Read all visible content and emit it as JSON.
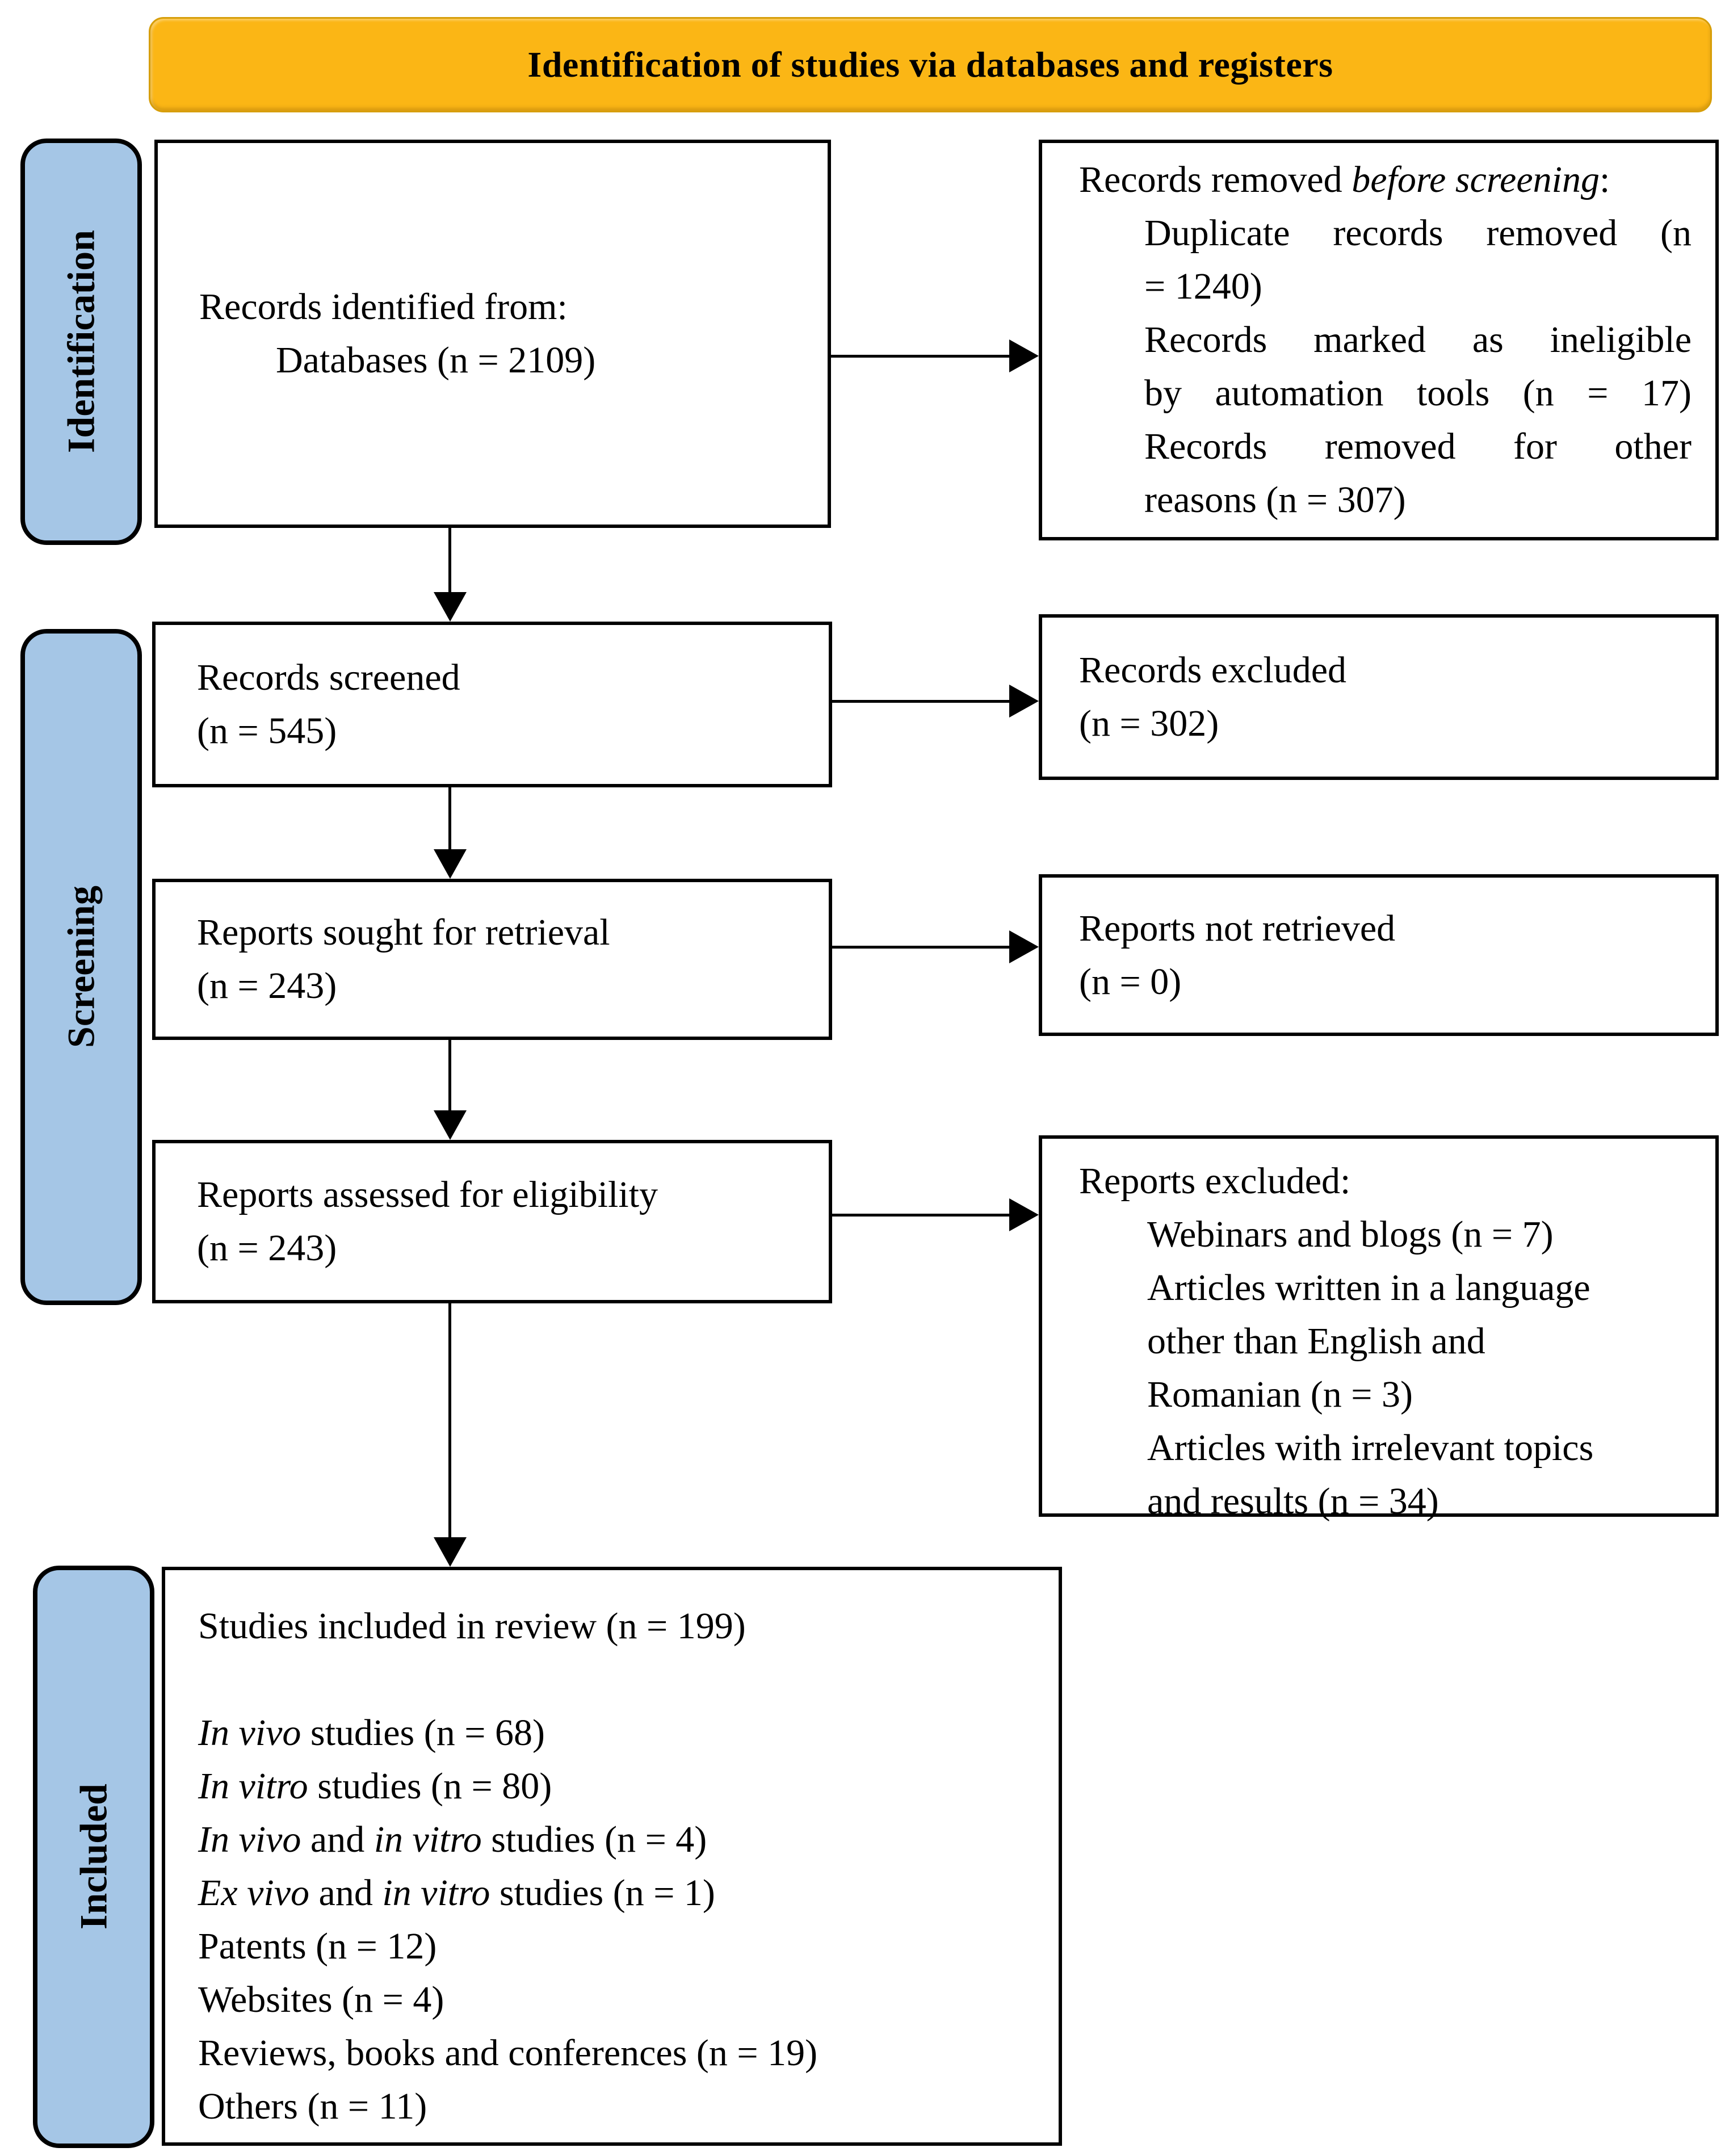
{
  "colors": {
    "accent_yellow": "#FBB615",
    "accent_blue": "#A5C6E6",
    "line": "#000000"
  },
  "banner": {
    "title": "Identification of studies via databases and registers"
  },
  "side_labels": {
    "identification": "Identification",
    "screening": "Screening",
    "included": "Included"
  },
  "boxes": {
    "records_identified": {
      "lines": [
        {
          "p": [
            [
              "Records identified from:",
              0
            ]
          ],
          "ind": 0,
          "just": 0
        },
        {
          "p": [
            [
              "Databases (n = 2109)",
              0
            ]
          ],
          "ind": 1,
          "just": 0
        }
      ]
    },
    "records_removed": {
      "lines": [
        {
          "p": [
            [
              "Records removed ",
              0
            ],
            [
              "before screening",
              1
            ],
            [
              ":",
              0
            ]
          ],
          "ind": 0,
          "just": 0
        },
        {
          "p": [
            [
              "Duplicate records removed (n",
              0
            ]
          ],
          "ind": 1,
          "just": 1
        },
        {
          "p": [
            [
              "= 1240)",
              0
            ]
          ],
          "ind": 1,
          "just": 0
        },
        {
          "p": [
            [
              "Records marked as ineligible",
              0
            ]
          ],
          "ind": 1,
          "just": 1
        },
        {
          "p": [
            [
              "by automation tools (n = 17)",
              0
            ]
          ],
          "ind": 1,
          "just": 1
        },
        {
          "p": [
            [
              "Records removed for other",
              0
            ]
          ],
          "ind": 1,
          "just": 1
        },
        {
          "p": [
            [
              "reasons (n = 307)",
              0
            ]
          ],
          "ind": 1,
          "just": 0
        }
      ]
    },
    "records_screened": {
      "lines": [
        {
          "p": [
            [
              "Records screened",
              0
            ]
          ],
          "ind": 0,
          "just": 0
        },
        {
          "p": [
            [
              "(n = 545)",
              0
            ]
          ],
          "ind": 0,
          "just": 0
        }
      ]
    },
    "records_excluded": {
      "lines": [
        {
          "p": [
            [
              "Records excluded",
              0
            ]
          ],
          "ind": 0,
          "just": 0
        },
        {
          "p": [
            [
              "(n = 302)",
              0
            ]
          ],
          "ind": 0,
          "just": 0
        }
      ]
    },
    "reports_sought": {
      "lines": [
        {
          "p": [
            [
              "Reports sought for retrieval",
              0
            ]
          ],
          "ind": 0,
          "just": 0
        },
        {
          "p": [
            [
              "(n = 243)",
              0
            ]
          ],
          "ind": 0,
          "just": 0
        }
      ]
    },
    "reports_not_retrieved": {
      "lines": [
        {
          "p": [
            [
              "Reports not retrieved",
              0
            ]
          ],
          "ind": 0,
          "just": 0
        },
        {
          "p": [
            [
              "(n = 0)",
              0
            ]
          ],
          "ind": 0,
          "just": 0
        }
      ]
    },
    "reports_assessed": {
      "lines": [
        {
          "p": [
            [
              "Reports assessed for eligibility",
              0
            ]
          ],
          "ind": 0,
          "just": 0
        },
        {
          "p": [
            [
              "(n = 243)",
              0
            ]
          ],
          "ind": 0,
          "just": 0
        }
      ]
    },
    "reports_excluded": {
      "lines": [
        {
          "p": [
            [
              "Reports excluded:",
              0
            ]
          ],
          "ind": 0,
          "just": 0
        },
        {
          "p": [
            [
              "Webinars and blogs (n = 7)",
              0
            ]
          ],
          "ind": 1,
          "just": 0
        },
        {
          "p": [
            [
              "Articles written in a language",
              0
            ]
          ],
          "ind": 1,
          "just": 0
        },
        {
          "p": [
            [
              "other than English and",
              0
            ]
          ],
          "ind": 1,
          "just": 0
        },
        {
          "p": [
            [
              "Romanian (n = 3)",
              0
            ]
          ],
          "ind": 1,
          "just": 0
        },
        {
          "p": [
            [
              "Articles with irrelevant topics",
              0
            ]
          ],
          "ind": 1,
          "just": 0
        },
        {
          "p": [
            [
              "and results (n = 34)",
              0
            ]
          ],
          "ind": 1,
          "just": 0
        }
      ]
    },
    "studies_included": {
      "lines": [
        {
          "p": [
            [
              "Studies included in review (n = 199)",
              0
            ]
          ],
          "ind": 0,
          "just": 0
        },
        {
          "p": [],
          "ind": 0,
          "just": 0
        },
        {
          "p": [
            [
              "In vivo",
              1
            ],
            [
              " studies (n = 68)",
              0
            ]
          ],
          "ind": 0,
          "just": 0
        },
        {
          "p": [
            [
              "In vitro",
              1
            ],
            [
              " studies (n = 80)",
              0
            ]
          ],
          "ind": 0,
          "just": 0
        },
        {
          "p": [
            [
              "In vivo",
              1
            ],
            [
              " and ",
              0
            ],
            [
              "in vitro",
              1
            ],
            [
              " studies (n = 4)",
              0
            ]
          ],
          "ind": 0,
          "just": 0
        },
        {
          "p": [
            [
              "Ex vivo",
              1
            ],
            [
              " and ",
              0
            ],
            [
              "in vitro",
              1
            ],
            [
              " studies (n = 1)",
              0
            ]
          ],
          "ind": 0,
          "just": 0
        },
        {
          "p": [
            [
              "Patents (n = 12)",
              0
            ]
          ],
          "ind": 0,
          "just": 0
        },
        {
          "p": [
            [
              "Websites (n = 4)",
              0
            ]
          ],
          "ind": 0,
          "just": 0
        },
        {
          "p": [
            [
              "Reviews, books and conferences (n = 19)",
              0
            ]
          ],
          "ind": 0,
          "just": 0
        },
        {
          "p": [
            [
              "Others (n = 11)",
              0
            ]
          ],
          "ind": 0,
          "just": 0
        }
      ]
    }
  }
}
